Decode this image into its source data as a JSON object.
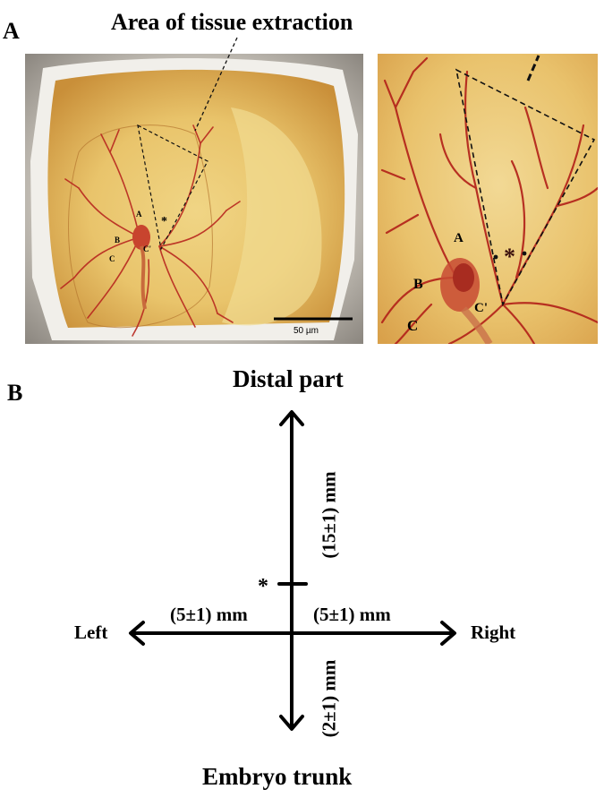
{
  "panelA": {
    "letter": "A",
    "title": "Area of tissue extraction",
    "left_photo": {
      "labels": {
        "a": "A",
        "b": "B",
        "c": "C",
        "c_prime": "C'",
        "star": "*"
      },
      "scale_bar": "50 µm"
    },
    "right_photo": {
      "labels": {
        "a": "A",
        "b": "B",
        "c": "C",
        "c_prime": "C'",
        "star": "*"
      }
    }
  },
  "panelB": {
    "letter": "B",
    "top": "Distal part",
    "bottom": "Embryo trunk",
    "left": "Left",
    "right": "Right",
    "up_measure": "(15±1) mm",
    "down_measure": "(2±1) mm",
    "left_measure": "(5±1) mm",
    "right_measure": "(5±1) mm",
    "marker": "*"
  },
  "colors": {
    "yolk": "#e2b35a",
    "yolk_light": "#ecd07e",
    "vessel": "#b8271f",
    "shell": "#e9e7e2"
  }
}
